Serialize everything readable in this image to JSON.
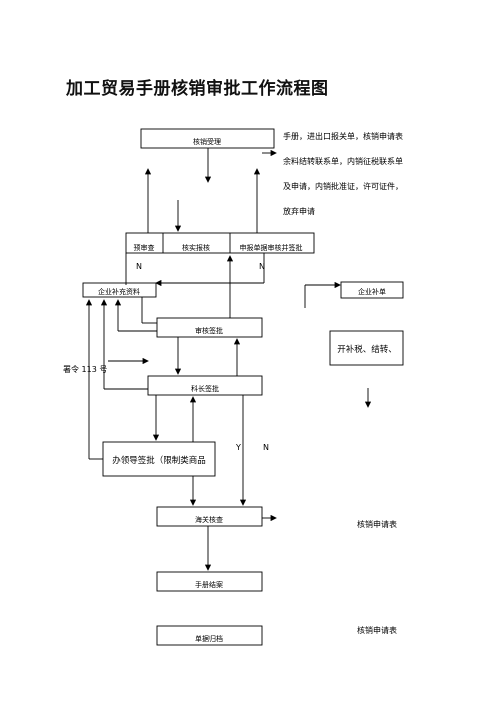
{
  "title": "加工贸易手册核销审批工作流程图",
  "boxes": {
    "box1": "核销受理",
    "box2a": "预审查",
    "box2b": "核实报核",
    "box2c": "申报单据审核并签批",
    "box3": "企业补充资料",
    "box4": "审核签批",
    "box5": "科长签批",
    "box6": "办领导签批（限制类商品",
    "box7": "海关核查",
    "box8": "手册结案",
    "box9": "单据归档",
    "box_right1": "企业补单",
    "box_right2": "开补税、结转、"
  },
  "notes": {
    "line1": "手册，进出口报关单，核销申请表",
    "line2": "余料结转联系单，内销征税联系单",
    "line3": "及申请，内销批准证，许可证件，",
    "line4": "放弃申请",
    "decree": "署令 113 号",
    "form1": "核销申请表",
    "form2": "核销申请表"
  },
  "labels": {
    "n_left": "N",
    "n_right": "N",
    "y": "Y",
    "n2": "N"
  }
}
